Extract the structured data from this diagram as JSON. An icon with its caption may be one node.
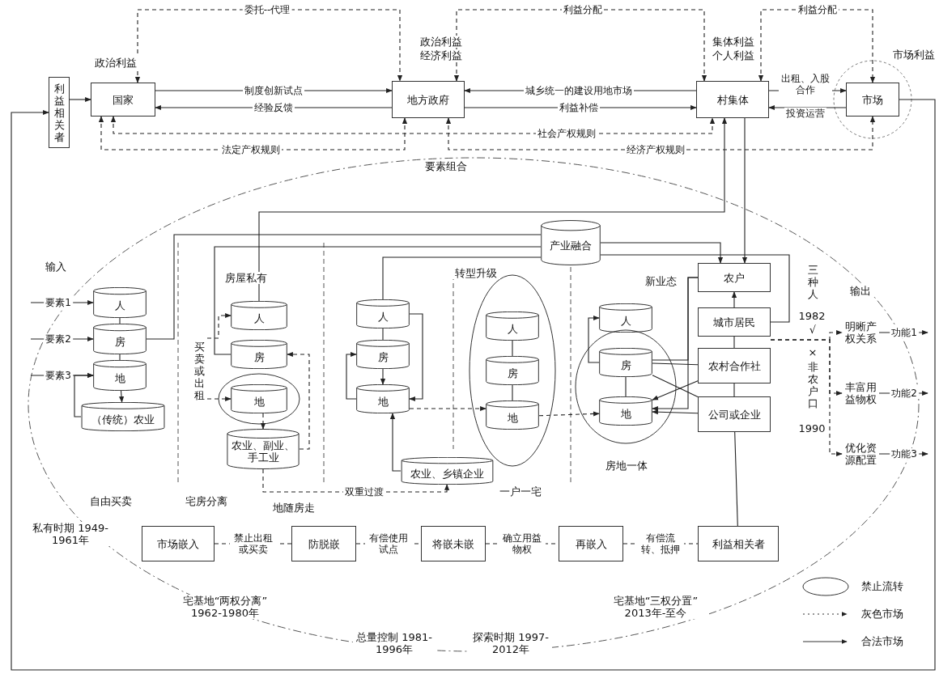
{
  "diagram": {
    "nodes": [
      {
        "text": [
          "利益相关者"
        ]
      },
      {
        "text": [
          "国家"
        ],
        "beside": [
          "政治利益"
        ]
      },
      {
        "text": [
          "地方政府"
        ],
        "beside": [
          "政治利益",
          "经济利益"
        ]
      },
      {
        "text": [
          "村集体"
        ],
        "beside": [
          "集体利益",
          "个人利益"
        ]
      },
      {
        "text": [
          "市场"
        ],
        "beside": [
          "市场利益"
        ]
      },
      {
        "text": [
          "人"
        ]
      },
      {
        "text": [
          "房"
        ]
      },
      {
        "text": [
          "地"
        ]
      },
      {
        "text": [
          "（传统）农业"
        ]
      },
      {
        "text": [
          "人"
        ]
      },
      {
        "text": [
          "房"
        ]
      },
      {
        "text": [
          "地"
        ]
      },
      {
        "text": [
          "农业、副业、手工业"
        ]
      },
      {
        "text": [
          "人"
        ]
      },
      {
        "text": [
          "房"
        ]
      },
      {
        "text": [
          "地"
        ]
      },
      {
        "text": [
          "农业、乡镇企业"
        ]
      },
      {
        "text": [
          "人"
        ]
      },
      {
        "text": [
          "房"
        ]
      },
      {
        "text": [
          "地"
        ]
      },
      {
        "text": [
          "产业融合"
        ]
      },
      {
        "text": [
          "人"
        ]
      },
      {
        "text": [
          "房"
        ]
      },
      {
        "text": [
          "地"
        ]
      },
      {
        "text": [
          "农户"
        ]
      },
      {
        "text": [
          "城市居民"
        ]
      },
      {
        "text": [
          "农村合作社"
        ]
      },
      {
        "text": [
          "公司或企业"
        ]
      },
      {
        "text": [
          "明晰产权关系"
        ]
      },
      {
        "text": [
          "丰富用益物权"
        ]
      },
      {
        "text": [
          "优化资源配置"
        ]
      },
      {
        "text": [
          "市场嵌入"
        ]
      },
      {
        "text": [
          "防脱嵌"
        ]
      },
      {
        "text": [
          "将嵌未嵌"
        ]
      },
      {
        "text": [
          "再嵌入"
        ]
      },
      {
        "text": [
          "利益相关者"
        ]
      },
      {
        "text": [
          "买卖或出租"
        ]
      }
    ],
    "edges": [
      {
        "from": 0,
        "to": 1,
        "arrow": "to"
      },
      {
        "from": 1,
        "to": 2,
        "arrow": "to",
        "label": "制度创新试点"
      },
      {
        "from": 2,
        "to": 1,
        "arrow": "to",
        "label": "经验反馈"
      },
      {
        "from": 3,
        "to": 2,
        "arrow": "to",
        "label": "城乡统一的建设用地市场"
      },
      {
        "from": 2,
        "to": 3,
        "arrow": "to",
        "label": "利益补偿"
      },
      {
        "from": 3,
        "to": 4,
        "arrow": "to",
        "label": "出租、入股合作"
      },
      {
        "from": 4,
        "to": 3,
        "arrow": "to",
        "label": "投资运营"
      },
      {
        "from": 1,
        "to": 2,
        "arrow": "both",
        "label": "委托--代理",
        "style": "dashed"
      },
      {
        "from": 2,
        "to": 3,
        "arrow": "both",
        "label": "利益分配",
        "style": "dashed"
      },
      {
        "from": 3,
        "to": 4,
        "arrow": "both",
        "label": "利益分配",
        "style": "dashed"
      },
      {
        "from": 1,
        "to": 3,
        "arrow": "both",
        "label": "社会产权规则",
        "style": "dashed"
      },
      {
        "from": 1,
        "to": 2,
        "arrow": "both",
        "label": "法定产权规则",
        "style": "dashed"
      },
      {
        "from": 2,
        "to": 4,
        "arrow": "both",
        "label": "经济产权规则",
        "style": "dashed"
      },
      {
        "from": 4,
        "to": 0,
        "arrow": "to"
      },
      {
        "from": null,
        "to": 5,
        "arrow": "to",
        "label": "要素1"
      },
      {
        "from": null,
        "to": 6,
        "arrow": "to",
        "label": "要素2"
      },
      {
        "from": null,
        "to": 7,
        "arrow": "to",
        "label": "要素3"
      },
      {
        "from": 5,
        "to": 6,
        "arrow": "none"
      },
      {
        "from": 6,
        "to": 7,
        "arrow": "none"
      },
      {
        "from": 7,
        "to": 8,
        "arrow": "to"
      },
      {
        "from": 8,
        "to": 7,
        "arrow": "to"
      },
      {
        "from": 6,
        "to": 20,
        "arrow": "none"
      },
      {
        "from": 9,
        "to": 3,
        "arrow": "to"
      },
      {
        "from": 10,
        "to": 20,
        "arrow": "none"
      },
      {
        "from": 13,
        "to": 20,
        "arrow": "none"
      },
      {
        "from": 3,
        "to": 24,
        "arrow": "to"
      },
      {
        "from": 36,
        "to": 9,
        "arrow": "to",
        "style": "dashed"
      },
      {
        "from": 36,
        "to": 11,
        "arrow": "to",
        "style": "dashed"
      },
      {
        "from": 11,
        "to": 12,
        "arrow": "to",
        "style": "dashed"
      },
      {
        "from": 12,
        "to": 10,
        "arrow": "to",
        "style": "dashed"
      },
      {
        "from": 13,
        "to": 14,
        "arrow": "none"
      },
      {
        "from": 14,
        "to": 15,
        "arrow": "to"
      },
      {
        "from": 13,
        "to": 15,
        "arrow": "to"
      },
      {
        "from": 15,
        "to": 14,
        "arrow": "to"
      },
      {
        "from": 16,
        "to": 15,
        "arrow": "to"
      },
      {
        "from": 12,
        "to": 16,
        "arrow": "to",
        "label": "双重过渡",
        "style": "dashed"
      },
      {
        "from": 17,
        "to": 18,
        "arrow": "none"
      },
      {
        "from": 18,
        "to": 19,
        "arrow": "none"
      },
      {
        "from": 15,
        "to": 19,
        "arrow": "to",
        "style": "dashed"
      },
      {
        "from": 22,
        "to": 21,
        "arrow": "to"
      },
      {
        "from": 22,
        "to": 23,
        "arrow": "none"
      },
      {
        "from": 19,
        "to": 23,
        "arrow": "to",
        "style": "dashed"
      },
      {
        "from": 24,
        "to": 22,
        "arrow": "none"
      },
      {
        "from": 24,
        "to": 23,
        "arrow": "to"
      },
      {
        "from": 26,
        "to": 22,
        "arrow": "none"
      },
      {
        "from": 26,
        "to": 23,
        "arrow": "to"
      },
      {
        "from": 27,
        "to": 22,
        "arrow": "none"
      },
      {
        "from": 27,
        "to": 23,
        "arrow": "to"
      },
      {
        "from": 25,
        "to": 24,
        "arrow": "to"
      },
      {
        "from": 26,
        "to": 25,
        "arrow": "none"
      },
      {
        "from": 27,
        "to": 26,
        "arrow": "none"
      },
      {
        "from": 27,
        "to": 35,
        "arrow": "none"
      },
      {
        "from": 25,
        "to": 28,
        "arrow": "to",
        "style": "dashed"
      },
      {
        "from": 25,
        "to": 29,
        "arrow": "to",
        "style": "dashed"
      },
      {
        "from": 25,
        "to": 30,
        "arrow": "to",
        "style": "dashed"
      },
      {
        "from": 28,
        "to": null,
        "arrow": "to",
        "label": "功能1"
      },
      {
        "from": 29,
        "to": null,
        "arrow": "to",
        "label": "功能2"
      },
      {
        "from": 30,
        "to": null,
        "arrow": "to",
        "label": "功能3"
      },
      {
        "from": 31,
        "to": 32,
        "arrow": "none",
        "label": "禁止出租或买卖",
        "style": "dashed"
      },
      {
        "from": 32,
        "to": 33,
        "arrow": "none",
        "label": "有偿使用试点",
        "style": "dashed"
      },
      {
        "from": 33,
        "to": 34,
        "arrow": "none",
        "label": "确立用益物权",
        "style": "dashed"
      },
      {
        "from": 34,
        "to": 35,
        "arrow": "none",
        "label": "有偿流转、抵押",
        "style": "dashed"
      },
      {
        "from": 20,
        "to": 24,
        "arrow": "to"
      },
      {
        "from": 20,
        "to": 25,
        "arrow": "none"
      }
    ],
    "labels": [
      "输入",
      "输出",
      "要素组合",
      "房屋私有",
      "转型升级",
      "新业态",
      "一户一宅",
      "房地一体",
      "三种人",
      "1982",
      "√",
      "×",
      "非农户口",
      "1990",
      "自由买卖",
      "宅房分离",
      "地随房走",
      "私有时期 1949-1961年",
      "宅基地“两权分离” 1962-1980年",
      "总量控制 1981-1996年",
      "探索时期 1997-2012年",
      "宅基地“三权分置” 2013年-至今"
    ],
    "legend": [
      {
        "text": "禁止流转"
      },
      {
        "text": "灰色市场"
      },
      {
        "text": "合法市场"
      }
    ]
  }
}
